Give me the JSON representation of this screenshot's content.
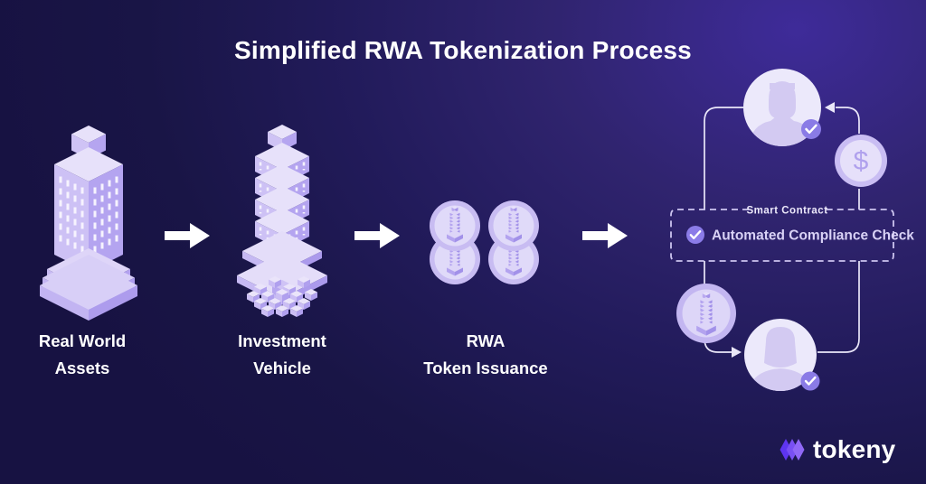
{
  "title": "Simplified RWA Tokenization Process",
  "stages": [
    {
      "name": "real-world-assets",
      "label_lines": [
        "Real World",
        "Assets"
      ]
    },
    {
      "name": "investment-vehicle",
      "label_lines": [
        "Investment",
        "Vehicle"
      ]
    },
    {
      "name": "rwa-token-issuance",
      "label_lines": [
        "RWA",
        "Token Issuance"
      ]
    }
  ],
  "flow_diagram": {
    "smart_contract_label": "Smart Contract",
    "compliance_check_label": "Automated Compliance Check",
    "dollar_symbol": "$"
  },
  "brand": {
    "logo_text": "tokeny"
  },
  "colors": {
    "background_dark": "#181445",
    "background_purple": "#3e2b99",
    "lavender_light": "#e7e1fa",
    "lavender": "#cdc1f5",
    "lavender_dark": "#b4a4f0",
    "avatar_fill": "#ece9fb",
    "avatar_silhouette": "#d3caf2",
    "badge_purple": "#8a7be6",
    "flow_line": "#eae7f9",
    "text_white": "#ffffff",
    "logo_purple": "#7950f3"
  }
}
